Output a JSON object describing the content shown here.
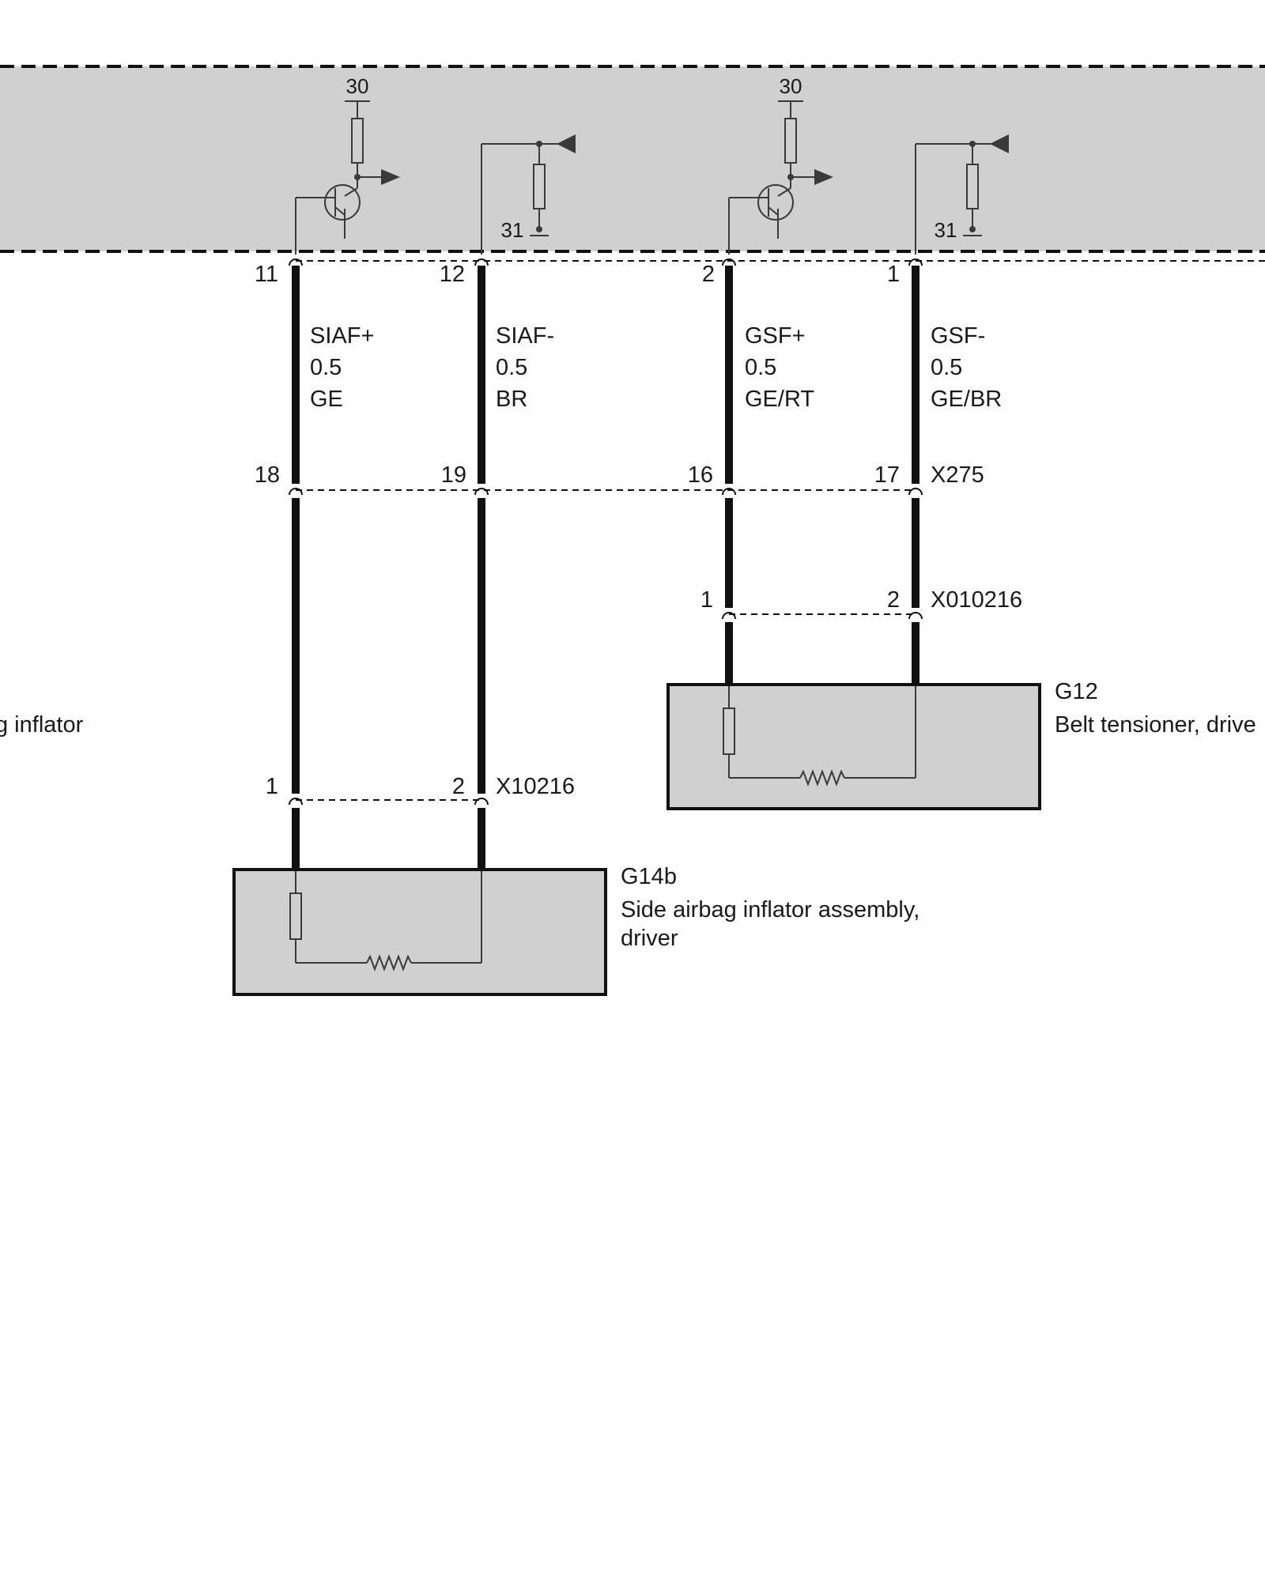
{
  "control_unit": {
    "supply_left": "30",
    "supply_right": "30",
    "ground_left": "31",
    "ground_right": "31",
    "pins": [
      "11",
      "12",
      "2",
      "1"
    ]
  },
  "wires": [
    {
      "signal": "SIAF+",
      "size": "0.5",
      "color": "GE"
    },
    {
      "signal": "SIAF-",
      "size": "0.5",
      "color": "BR"
    },
    {
      "signal": "GSF+",
      "size": "0.5",
      "color": "GE/RT"
    },
    {
      "signal": "GSF-",
      "size": "0.5",
      "color": "GE/BR"
    }
  ],
  "connector_x275": {
    "name": "X275",
    "pins": [
      "18",
      "19",
      "16",
      "17"
    ]
  },
  "connector_x010216": {
    "name": "X010216",
    "pins": [
      "1",
      "2"
    ]
  },
  "connector_x10216": {
    "name": "X10216",
    "pins": [
      "1",
      "2"
    ]
  },
  "component_g12": {
    "id": "G12",
    "desc": "Belt tensioner, drive"
  },
  "component_g14b": {
    "id": "G14b",
    "desc_line1": "Side airbag inflator assembly,",
    "desc_line2": "driver"
  },
  "left_edge_label": "g inflator",
  "colors": {
    "module_fill": "#d0d0d0",
    "wire": "#111111",
    "line": "#3a3a3a"
  }
}
